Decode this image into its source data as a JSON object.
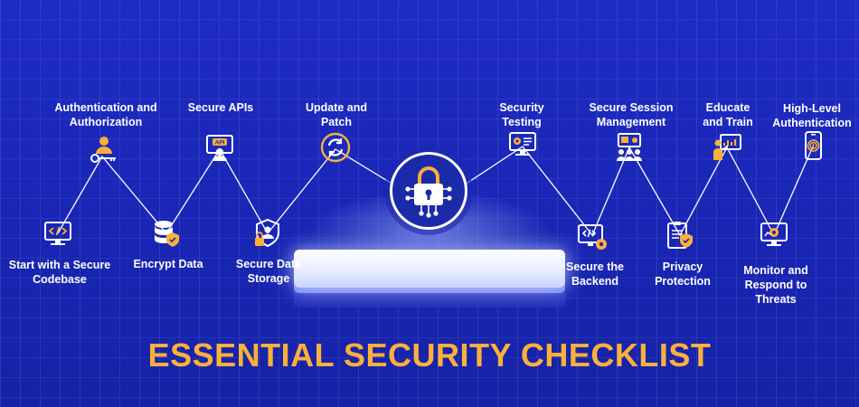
{
  "title": "ESSENTIAL SECURITY CHECKLIST",
  "colors": {
    "background": "#1c29b5",
    "accent": "#fbb03b",
    "line": "#ffffff",
    "icon": "#ffffff"
  },
  "center_icon": "padlock-circuit-icon",
  "steps": [
    {
      "label": "Start with a Secure Codebase",
      "icon": "code-monitor-icon"
    },
    {
      "label": "Authentication and Authorization",
      "icon": "user-key-icon"
    },
    {
      "label": "Encrypt Data",
      "icon": "database-shield-icon"
    },
    {
      "label": "Secure APIs",
      "icon": "api-monitor-icon"
    },
    {
      "label": "Secure Data Storage",
      "icon": "shield-lock-icon"
    },
    {
      "label": "Update and Patch",
      "icon": "refresh-icon"
    },
    {
      "label": "Security Testing",
      "icon": "settings-monitor-icon"
    },
    {
      "label": "Secure the Backend",
      "icon": "code-gear-icon"
    },
    {
      "label": "Secure Session Management",
      "icon": "team-board-icon"
    },
    {
      "label": "Privacy Protection",
      "icon": "clipboard-shield-icon"
    },
    {
      "label": "Educate and Train",
      "icon": "presenter-icon"
    },
    {
      "label": "Monitor and Respond to Threats",
      "icon": "monitor-alert-icon"
    },
    {
      "label": "High-Level Authentication",
      "icon": "fingerprint-phone-icon"
    }
  ],
  "labels_lines": {
    "s0": [
      "Start with a Secure",
      "Codebase"
    ],
    "s1": [
      "Authentication and",
      "Authorization"
    ],
    "s2": [
      "Encrypt Data"
    ],
    "s3": [
      "Secure APIs"
    ],
    "s4": [
      "Secure Data",
      "Storage"
    ],
    "s5": [
      "Update and",
      "Patch"
    ],
    "s6": [
      "Security",
      "Testing"
    ],
    "s7": [
      "Secure the",
      "Backend"
    ],
    "s8": [
      "Secure Session",
      "Management"
    ],
    "s9": [
      "Privacy",
      "Protection"
    ],
    "s10": [
      "Educate",
      "and Train"
    ],
    "s11": [
      "Monitor and",
      "Respond to",
      "Threats"
    ],
    "s12": [
      "High-Level",
      "Authentication"
    ]
  }
}
